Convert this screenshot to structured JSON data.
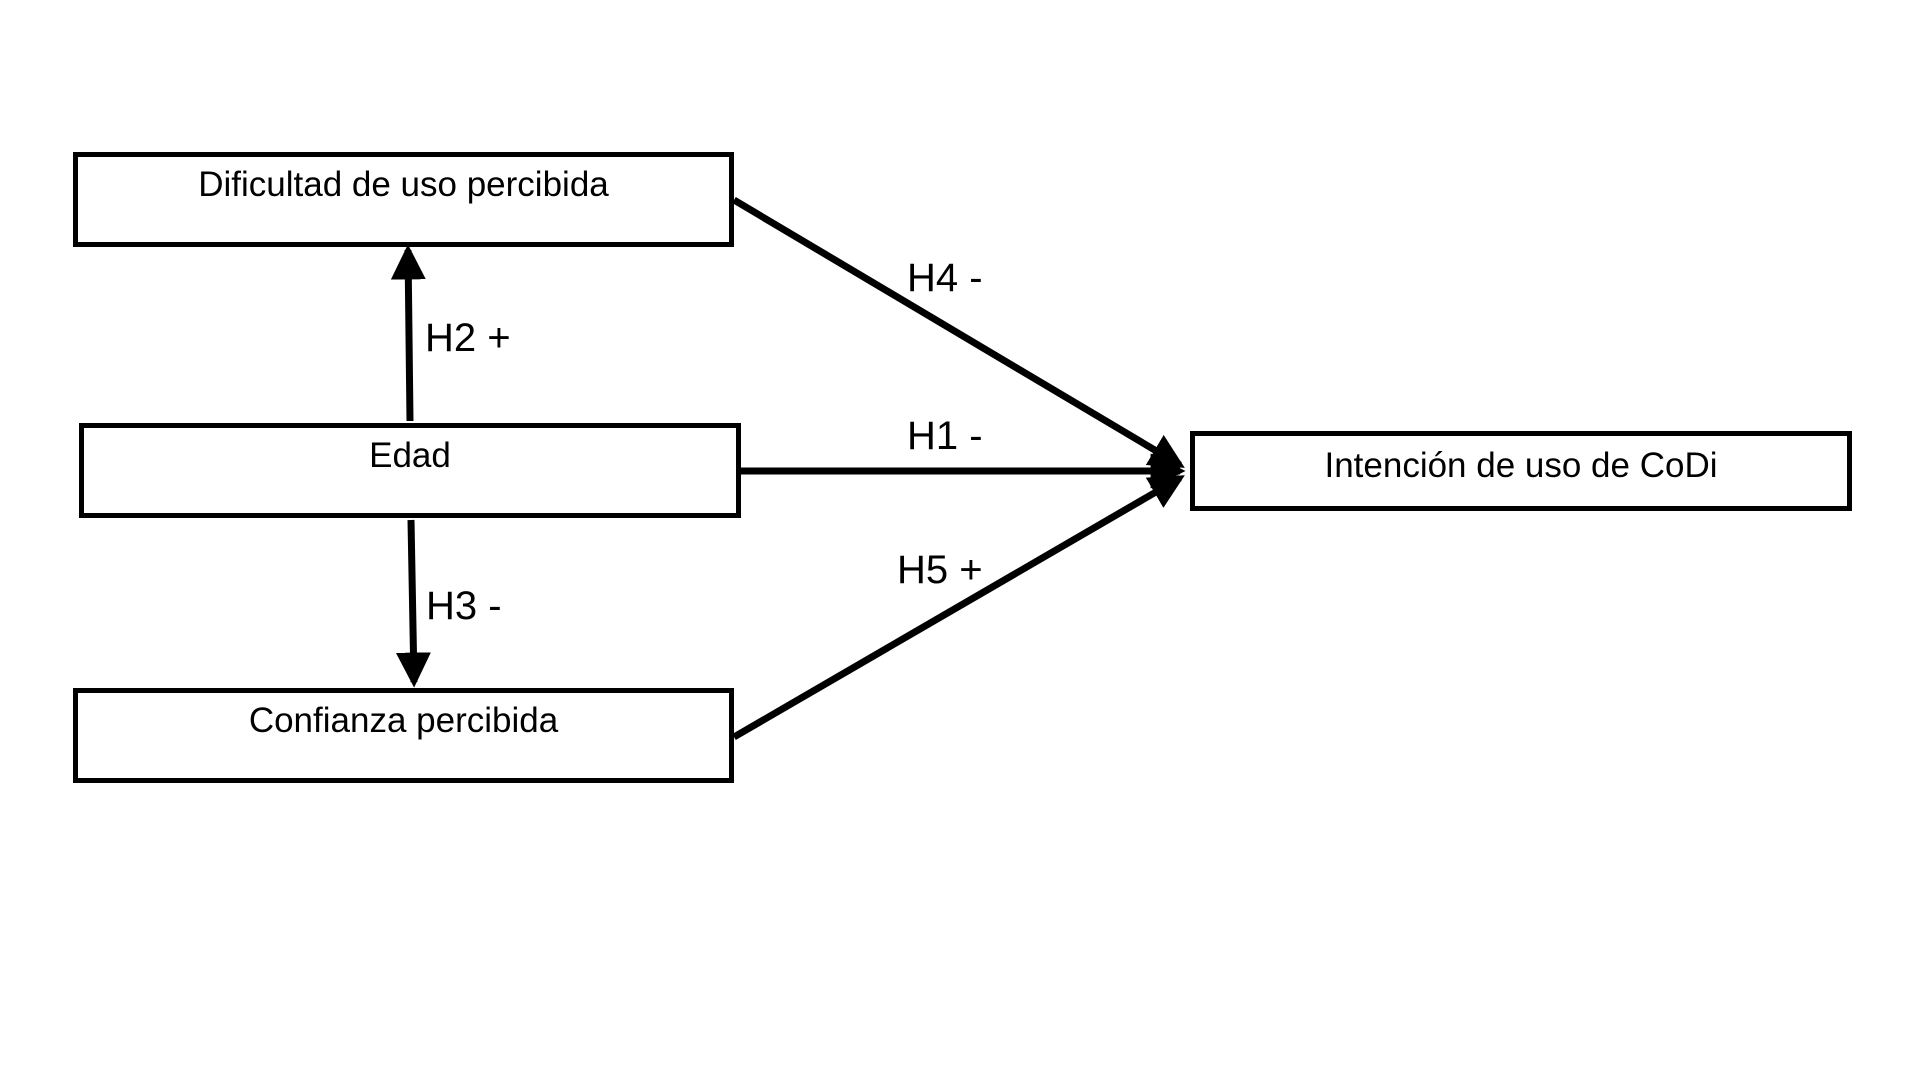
{
  "diagram": {
    "nodes": {
      "dificultad": "Dificultad de uso percibida",
      "edad": "Edad",
      "confianza": "Confianza percibida",
      "intencion": "Intención de uso de CoDi"
    },
    "edges": [
      {
        "from": "edad",
        "to": "dificultad",
        "label": "H2 +"
      },
      {
        "from": "edad",
        "to": "confianza",
        "label": "H3 -"
      },
      {
        "from": "edad",
        "to": "intencion",
        "label": "H1 -"
      },
      {
        "from": "dificultad",
        "to": "intencion",
        "label": "H4 -"
      },
      {
        "from": "confianza",
        "to": "intencion",
        "label": "H5 +"
      }
    ]
  },
  "colors": {
    "stroke": "#000000",
    "background": "#ffffff"
  }
}
